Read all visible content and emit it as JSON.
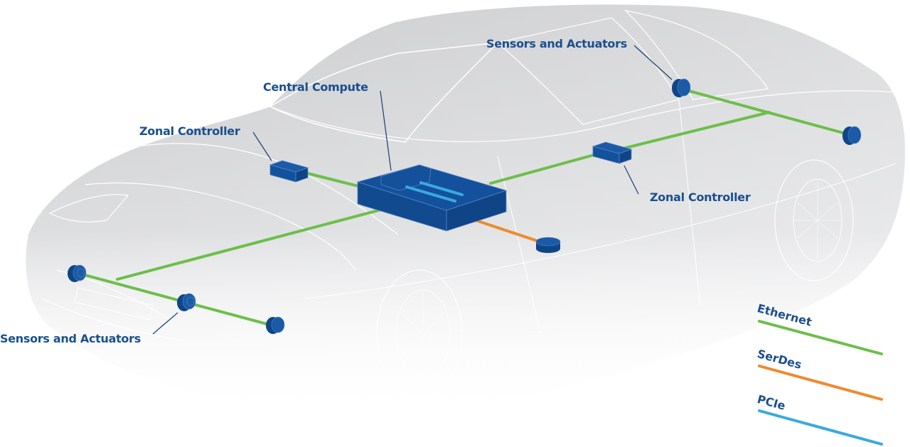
{
  "diagram": {
    "title": "Zonal vehicle architecture",
    "labels": {
      "central_compute": "Central Compute",
      "zonal_controller_front": "Zonal Controller",
      "zonal_controller_rear": "Zonal Controller",
      "sensors_front": "Sensors and Actuators",
      "sensors_rear": "Sensors and Actuators"
    },
    "legend": [
      {
        "label": "Ethernet",
        "color": "#6cbf4a"
      },
      {
        "label": "SerDes",
        "color": "#ee8a2f"
      },
      {
        "label": "PCIe",
        "color": "#3aa9e0"
      }
    ],
    "colors": {
      "component": "#13519c",
      "component_edge": "#5b86c4",
      "label": "#1a4f8e",
      "car_body": "#d4d5d7",
      "car_lines": "#ffffff"
    }
  }
}
